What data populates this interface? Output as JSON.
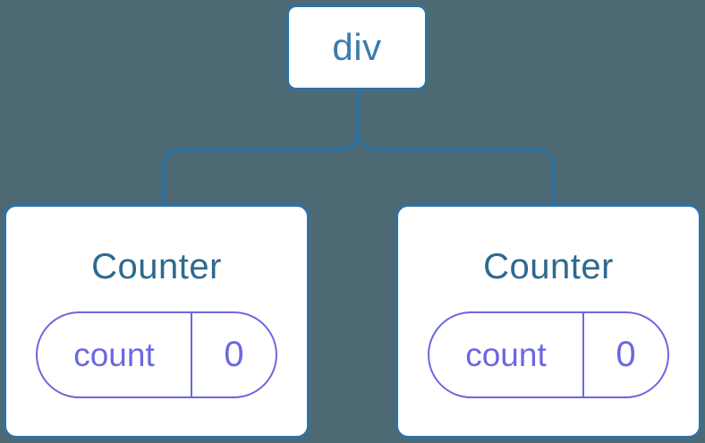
{
  "diagram": {
    "root": {
      "label": "div"
    },
    "children": [
      {
        "title": "Counter",
        "state": {
          "name": "count",
          "value": "0"
        }
      },
      {
        "title": "Counter",
        "state": {
          "name": "count",
          "value": "0"
        }
      }
    ]
  },
  "colors": {
    "background": "#4d6974",
    "node_fill": "#ffffff",
    "node_border": "#2e72a4",
    "connector_line": "#2e72a4",
    "root_label_text": "#3a7dac",
    "child_title_text": "#2e6990",
    "state_accent": "#6b68e0"
  }
}
